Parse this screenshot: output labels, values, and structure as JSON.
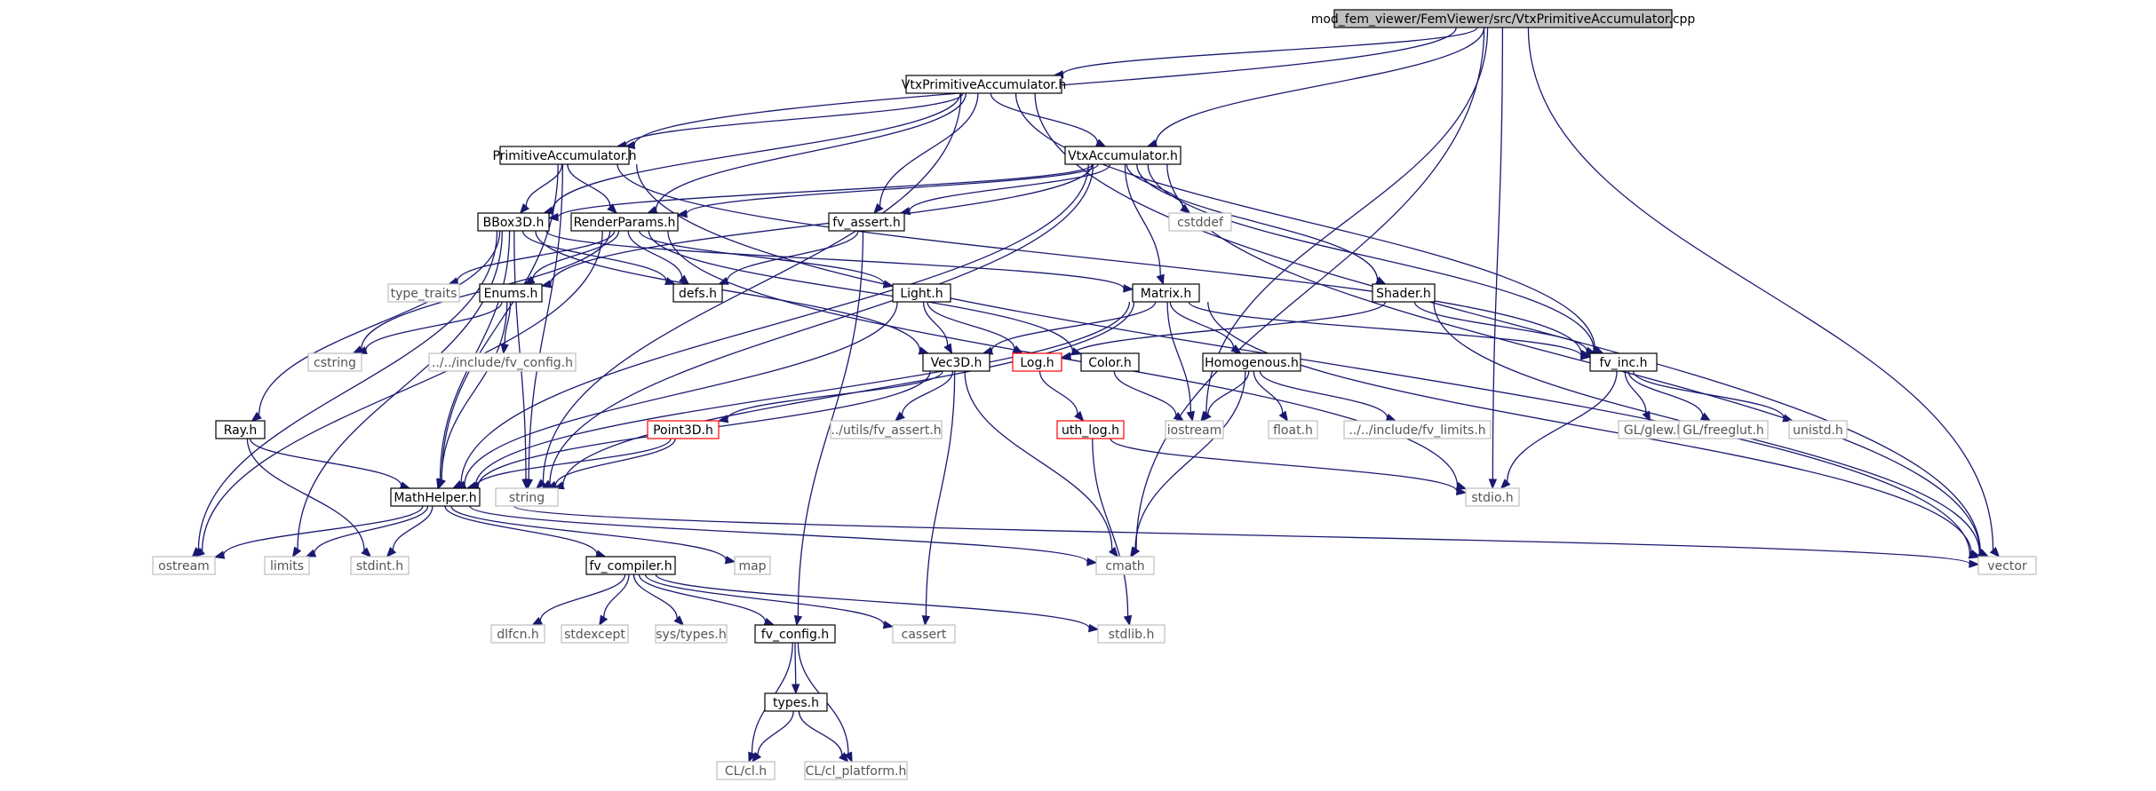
{
  "colors": {
    "edge": "#191970",
    "root_fill": "#bfbfbf",
    "internal_border": "#000000",
    "external_border": "#bfbfbf",
    "highlight_border": "#ff0000"
  },
  "nodes": [
    {
      "id": "root",
      "label": "mod_fem_viewer/FemViewer/src/VtxPrimitiveAccumulator.cpp",
      "kind": "root"
    },
    {
      "id": "vpa",
      "label": "VtxPrimitiveAccumulator.h",
      "kind": "int"
    },
    {
      "id": "pa",
      "label": "PrimitiveAccumulator.h",
      "kind": "int"
    },
    {
      "id": "va",
      "label": "VtxAccumulator.h",
      "kind": "int"
    },
    {
      "id": "bbox",
      "label": "BBox3D.h",
      "kind": "int"
    },
    {
      "id": "rp",
      "label": "RenderParams.h",
      "kind": "int"
    },
    {
      "id": "fvassert",
      "label": "fv_assert.h",
      "kind": "int"
    },
    {
      "id": "cstddef",
      "label": "cstddef",
      "kind": "ext"
    },
    {
      "id": "shader",
      "label": "Shader.h",
      "kind": "int"
    },
    {
      "id": "typetraits",
      "label": "type_traits",
      "kind": "ext"
    },
    {
      "id": "defs",
      "label": "defs.h",
      "kind": "int"
    },
    {
      "id": "enums",
      "label": "Enums.h",
      "kind": "int"
    },
    {
      "id": "light",
      "label": "Light.h",
      "kind": "int"
    },
    {
      "id": "matrix",
      "label": "Matrix.h",
      "kind": "int"
    },
    {
      "id": "cstring",
      "label": "cstring",
      "kind": "ext"
    },
    {
      "id": "incfvconfig",
      "label": "../../include/fv_config.h",
      "kind": "ext"
    },
    {
      "id": "vec3d",
      "label": "Vec3D.h",
      "kind": "int"
    },
    {
      "id": "log",
      "label": "Log.h",
      "kind": "warn"
    },
    {
      "id": "color",
      "label": "Color.h",
      "kind": "int"
    },
    {
      "id": "homog",
      "label": "Homogenous.h",
      "kind": "int"
    },
    {
      "id": "fvinc",
      "label": "fv_inc.h",
      "kind": "int"
    },
    {
      "id": "ray",
      "label": "Ray.h",
      "kind": "int"
    },
    {
      "id": "point3d",
      "label": "Point3D.h",
      "kind": "warn"
    },
    {
      "id": "utilsassert",
      "label": "../utils/fv_assert.h",
      "kind": "ext"
    },
    {
      "id": "uthlog",
      "label": "uth_log.h",
      "kind": "warn"
    },
    {
      "id": "iostream",
      "label": "iostream",
      "kind": "ext"
    },
    {
      "id": "floath",
      "label": "float.h",
      "kind": "ext"
    },
    {
      "id": "fvlimits",
      "label": "../../include/fv_limits.h",
      "kind": "ext"
    },
    {
      "id": "glew",
      "label": "GL/glew.h",
      "kind": "ext"
    },
    {
      "id": "freeglut",
      "label": "GL/freeglut.h",
      "kind": "ext"
    },
    {
      "id": "unistd",
      "label": "unistd.h",
      "kind": "ext"
    },
    {
      "id": "mathhelper",
      "label": "MathHelper.h",
      "kind": "int"
    },
    {
      "id": "string",
      "label": "string",
      "kind": "ext"
    },
    {
      "id": "stdio",
      "label": "stdio.h",
      "kind": "ext"
    },
    {
      "id": "ostream",
      "label": "ostream",
      "kind": "ext"
    },
    {
      "id": "limits",
      "label": "limits",
      "kind": "ext"
    },
    {
      "id": "stdint",
      "label": "stdint.h",
      "kind": "ext"
    },
    {
      "id": "fvcompiler",
      "label": "fv_compiler.h",
      "kind": "int"
    },
    {
      "id": "map",
      "label": "map",
      "kind": "ext"
    },
    {
      "id": "cmath",
      "label": "cmath",
      "kind": "ext"
    },
    {
      "id": "vector",
      "label": "vector",
      "kind": "ext"
    },
    {
      "id": "dlfcn",
      "label": "dlfcn.h",
      "kind": "ext"
    },
    {
      "id": "stdexcept",
      "label": "stdexcept",
      "kind": "ext"
    },
    {
      "id": "systypes",
      "label": "sys/types.h",
      "kind": "ext"
    },
    {
      "id": "fvconfig",
      "label": "fv_config.h",
      "kind": "int"
    },
    {
      "id": "cassert",
      "label": "cassert",
      "kind": "ext"
    },
    {
      "id": "stdlib",
      "label": "stdlib.h",
      "kind": "ext"
    },
    {
      "id": "types",
      "label": "types.h",
      "kind": "int"
    },
    {
      "id": "clcl",
      "label": "CL/cl.h",
      "kind": "ext"
    },
    {
      "id": "clplatform",
      "label": "CL/cl_platform.h",
      "kind": "ext"
    }
  ],
  "edges": [
    [
      "root",
      "vpa"
    ],
    [
      "root",
      "pa"
    ],
    [
      "root",
      "va"
    ],
    [
      "root",
      "iostream"
    ],
    [
      "root",
      "stdio"
    ],
    [
      "root",
      "cmath"
    ],
    [
      "root",
      "vector"
    ],
    [
      "vpa",
      "pa"
    ],
    [
      "vpa",
      "va"
    ],
    [
      "vpa",
      "bbox"
    ],
    [
      "vpa",
      "rp"
    ],
    [
      "vpa",
      "fvassert"
    ],
    [
      "vpa",
      "string"
    ],
    [
      "vpa",
      "fvinc"
    ],
    [
      "vpa",
      "vector"
    ],
    [
      "pa",
      "bbox"
    ],
    [
      "pa",
      "rp"
    ],
    [
      "pa",
      "mathhelper"
    ],
    [
      "pa",
      "string"
    ],
    [
      "pa",
      "fvinc"
    ],
    [
      "pa",
      "vector"
    ],
    [
      "va",
      "bbox"
    ],
    [
      "va",
      "rp"
    ],
    [
      "va",
      "fvassert"
    ],
    [
      "va",
      "cstddef"
    ],
    [
      "va",
      "shader"
    ],
    [
      "va",
      "matrix"
    ],
    [
      "va",
      "enums"
    ],
    [
      "va",
      "fvinc"
    ],
    [
      "va",
      "mathhelper"
    ],
    [
      "va",
      "string"
    ],
    [
      "va",
      "vector"
    ],
    [
      "bbox",
      "defs"
    ],
    [
      "bbox",
      "matrix"
    ],
    [
      "bbox",
      "vec3d"
    ],
    [
      "bbox",
      "ray"
    ],
    [
      "bbox",
      "mathhelper"
    ],
    [
      "bbox",
      "string"
    ],
    [
      "bbox",
      "ostream"
    ],
    [
      "bbox",
      "limits"
    ],
    [
      "rp",
      "typetraits"
    ],
    [
      "rp",
      "defs"
    ],
    [
      "rp",
      "enums"
    ],
    [
      "rp",
      "light"
    ],
    [
      "rp",
      "color"
    ],
    [
      "rp",
      "cstring"
    ],
    [
      "rp",
      "ostream"
    ],
    [
      "rp",
      "stdio"
    ],
    [
      "fvassert",
      "defs"
    ],
    [
      "fvassert",
      "fvconfig"
    ],
    [
      "shader",
      "log"
    ],
    [
      "shader",
      "fvinc"
    ],
    [
      "shader",
      "vector"
    ],
    [
      "enums",
      "cstring"
    ],
    [
      "enums",
      "incfvconfig"
    ],
    [
      "enums",
      "mathhelper"
    ],
    [
      "light",
      "log"
    ],
    [
      "light",
      "vec3d"
    ],
    [
      "light",
      "mathhelper"
    ],
    [
      "matrix",
      "vec3d"
    ],
    [
      "matrix",
      "homog"
    ],
    [
      "matrix",
      "iostream"
    ],
    [
      "matrix",
      "fvinc"
    ],
    [
      "matrix",
      "mathhelper"
    ],
    [
      "matrix",
      "string"
    ],
    [
      "matrix",
      "vector"
    ],
    [
      "vec3d",
      "point3d"
    ],
    [
      "vec3d",
      "utilsassert"
    ],
    [
      "vec3d",
      "mathhelper"
    ],
    [
      "vec3d",
      "cmath"
    ],
    [
      "vec3d",
      "cassert"
    ],
    [
      "log",
      "uthlog"
    ],
    [
      "color",
      "iostream"
    ],
    [
      "homog",
      "iostream"
    ],
    [
      "homog",
      "floath"
    ],
    [
      "homog",
      "fvlimits"
    ],
    [
      "homog",
      "cmath"
    ],
    [
      "fvinc",
      "glew"
    ],
    [
      "fvinc",
      "freeglut"
    ],
    [
      "fvinc",
      "unistd"
    ],
    [
      "fvinc",
      "stdio"
    ],
    [
      "ray",
      "mathhelper"
    ],
    [
      "ray",
      "stdint"
    ],
    [
      "point3d",
      "mathhelper"
    ],
    [
      "point3d",
      "string"
    ],
    [
      "uthlog",
      "stdio"
    ],
    [
      "uthlog",
      "stdlib"
    ],
    [
      "mathhelper",
      "ostream"
    ],
    [
      "mathhelper",
      "limits"
    ],
    [
      "mathhelper",
      "stdint"
    ],
    [
      "mathhelper",
      "fvcompiler"
    ],
    [
      "mathhelper",
      "map"
    ],
    [
      "mathhelper",
      "cmath"
    ],
    [
      "mathhelper",
      "vector"
    ],
    [
      "fvcompiler",
      "dlfcn"
    ],
    [
      "fvcompiler",
      "stdexcept"
    ],
    [
      "fvcompiler",
      "systypes"
    ],
    [
      "fvcompiler",
      "fvconfig"
    ],
    [
      "fvcompiler",
      "cassert"
    ],
    [
      "fvcompiler",
      "stdlib"
    ],
    [
      "fvconfig",
      "types"
    ],
    [
      "fvconfig",
      "clcl"
    ],
    [
      "fvconfig",
      "clplatform"
    ],
    [
      "types",
      "clcl"
    ],
    [
      "types",
      "clplatform"
    ]
  ]
}
